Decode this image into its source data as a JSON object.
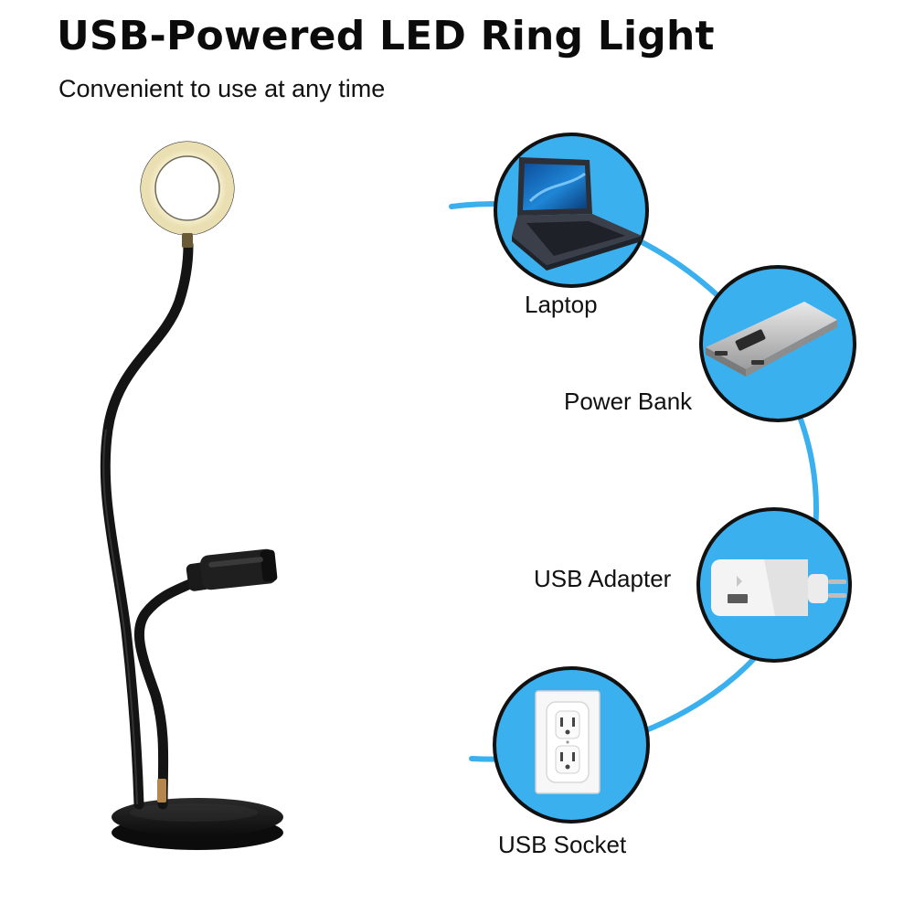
{
  "header": {
    "title": "USB-Powered LED Ring Light",
    "subtitle": "Convenient to use at any time"
  },
  "product": {
    "image": "ring-light-with-phone-holder"
  },
  "power_sources": [
    {
      "label": "Laptop",
      "icon": "laptop-icon"
    },
    {
      "label": "Power Bank",
      "icon": "power-bank-icon"
    },
    {
      "label": "USB Adapter",
      "icon": "usb-adapter-icon"
    },
    {
      "label": "USB Socket",
      "icon": "wall-socket-icon"
    }
  ],
  "colors": {
    "accent_blue": "#3ab0ef",
    "circle_outline": "#111111"
  }
}
